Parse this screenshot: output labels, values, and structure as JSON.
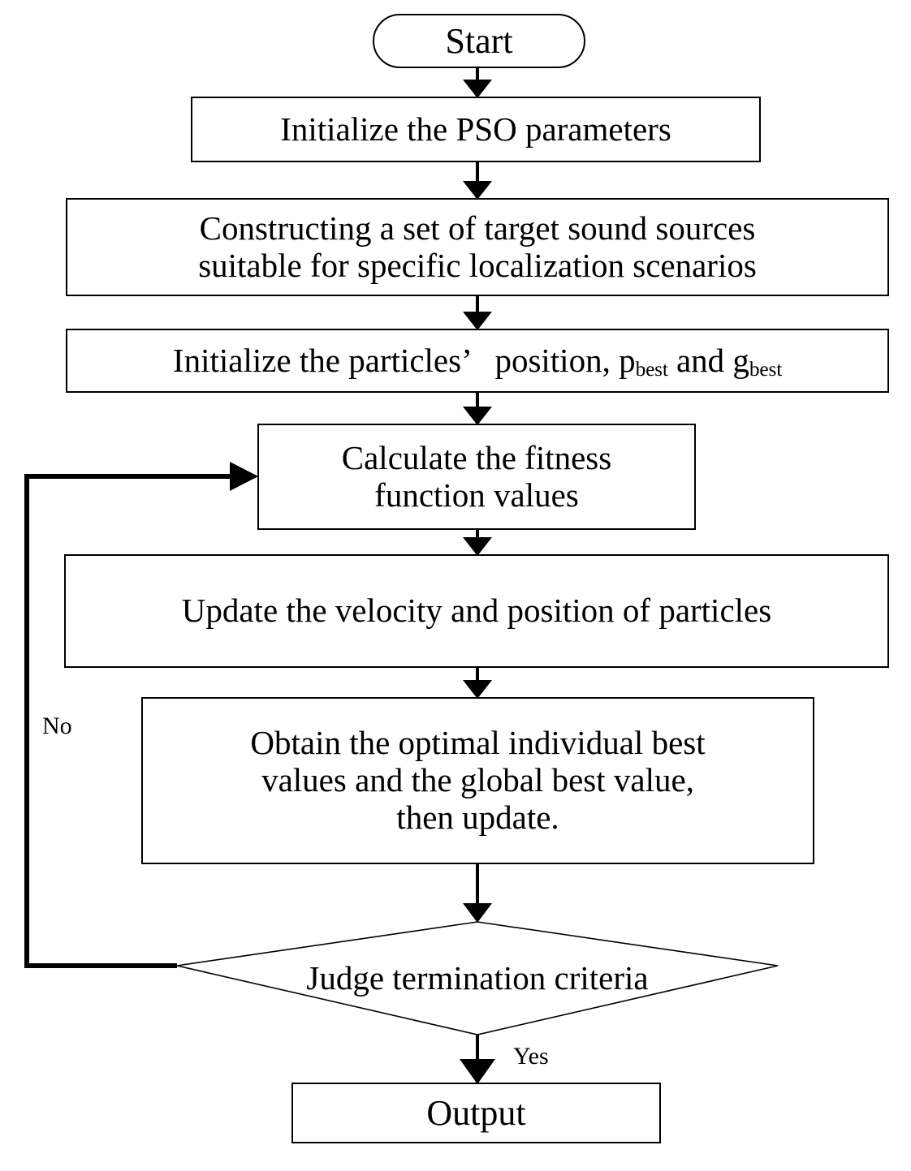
{
  "diagram": {
    "title": "PSO algorithm flowchart",
    "background_color": "#ffffff",
    "line_color": "#000000",
    "nodes": {
      "start": {
        "label": "Start",
        "shape": "stadium"
      },
      "init_pso": {
        "label": "Initialize the PSO parameters",
        "shape": "rectangle"
      },
      "construct": {
        "shape": "rectangle",
        "line1": "Constructing a set of target sound sources",
        "line2": "suitable for specific localization scenarios"
      },
      "init_particles": {
        "shape": "rectangle",
        "text_before": "Initialize the particles’   position, p",
        "sub1": "best",
        "text_middle": " and g",
        "sub2": "best"
      },
      "fitness": {
        "shape": "rectangle",
        "line1": "Calculate the fitness",
        "line2": "function values"
      },
      "update_vp": {
        "label": "Update the velocity and position of particles",
        "shape": "rectangle"
      },
      "obtain": {
        "shape": "rectangle",
        "line1": "Obtain the optimal individual best",
        "line2": "values and the global best value,",
        "line3": "then update."
      },
      "judge": {
        "label": "Judge termination criteria",
        "shape": "diamond"
      },
      "output": {
        "label": "Output",
        "shape": "rectangle"
      }
    },
    "edge_labels": {
      "no": "No",
      "yes": "Yes"
    }
  }
}
